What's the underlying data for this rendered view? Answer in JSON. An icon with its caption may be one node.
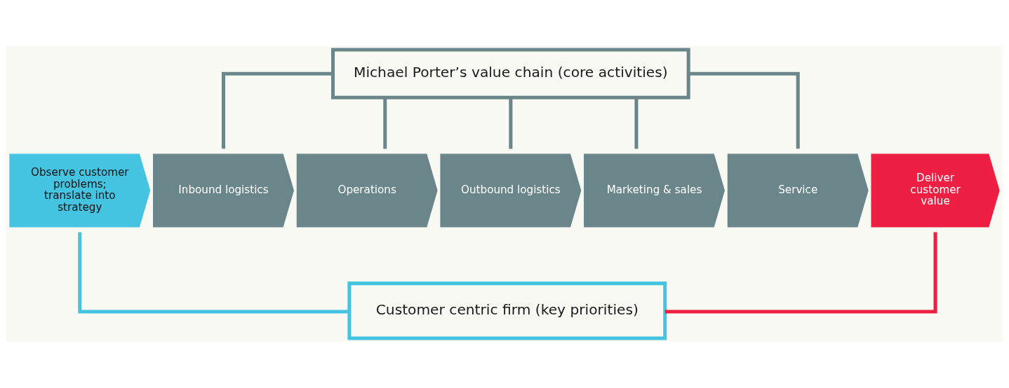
{
  "diagram": {
    "nodes": [
      {
        "text": [
          "Michael Porter’s value chain (core activities)"
        ]
      },
      {
        "text": [
          "Observe customer problems; translate into strategy"
        ]
      },
      {
        "text": [
          "Inbound logistics"
        ]
      },
      {
        "text": [
          "Operations"
        ]
      },
      {
        "text": [
          "Outbound logistics"
        ]
      },
      {
        "text": [
          "Marketing & sales"
        ]
      },
      {
        "text": [
          "Service"
        ]
      },
      {
        "text": [
          "Deliver customer value"
        ]
      },
      {
        "text": [
          "Customer centric firm (key priorities)"
        ]
      }
    ],
    "edges": [
      {
        "from": 0,
        "to": 2,
        "arrow": "none"
      },
      {
        "from": 0,
        "to": 3,
        "arrow": "none"
      },
      {
        "from": 0,
        "to": 4,
        "arrow": "none"
      },
      {
        "from": 0,
        "to": 5,
        "arrow": "none"
      },
      {
        "from": 0,
        "to": 6,
        "arrow": "none"
      },
      {
        "from": 1,
        "to": 8,
        "arrow": "none",
        "color": "#45c4e2"
      },
      {
        "from": 7,
        "to": 8,
        "arrow": "none",
        "color": "#ee1f43"
      }
    ]
  }
}
